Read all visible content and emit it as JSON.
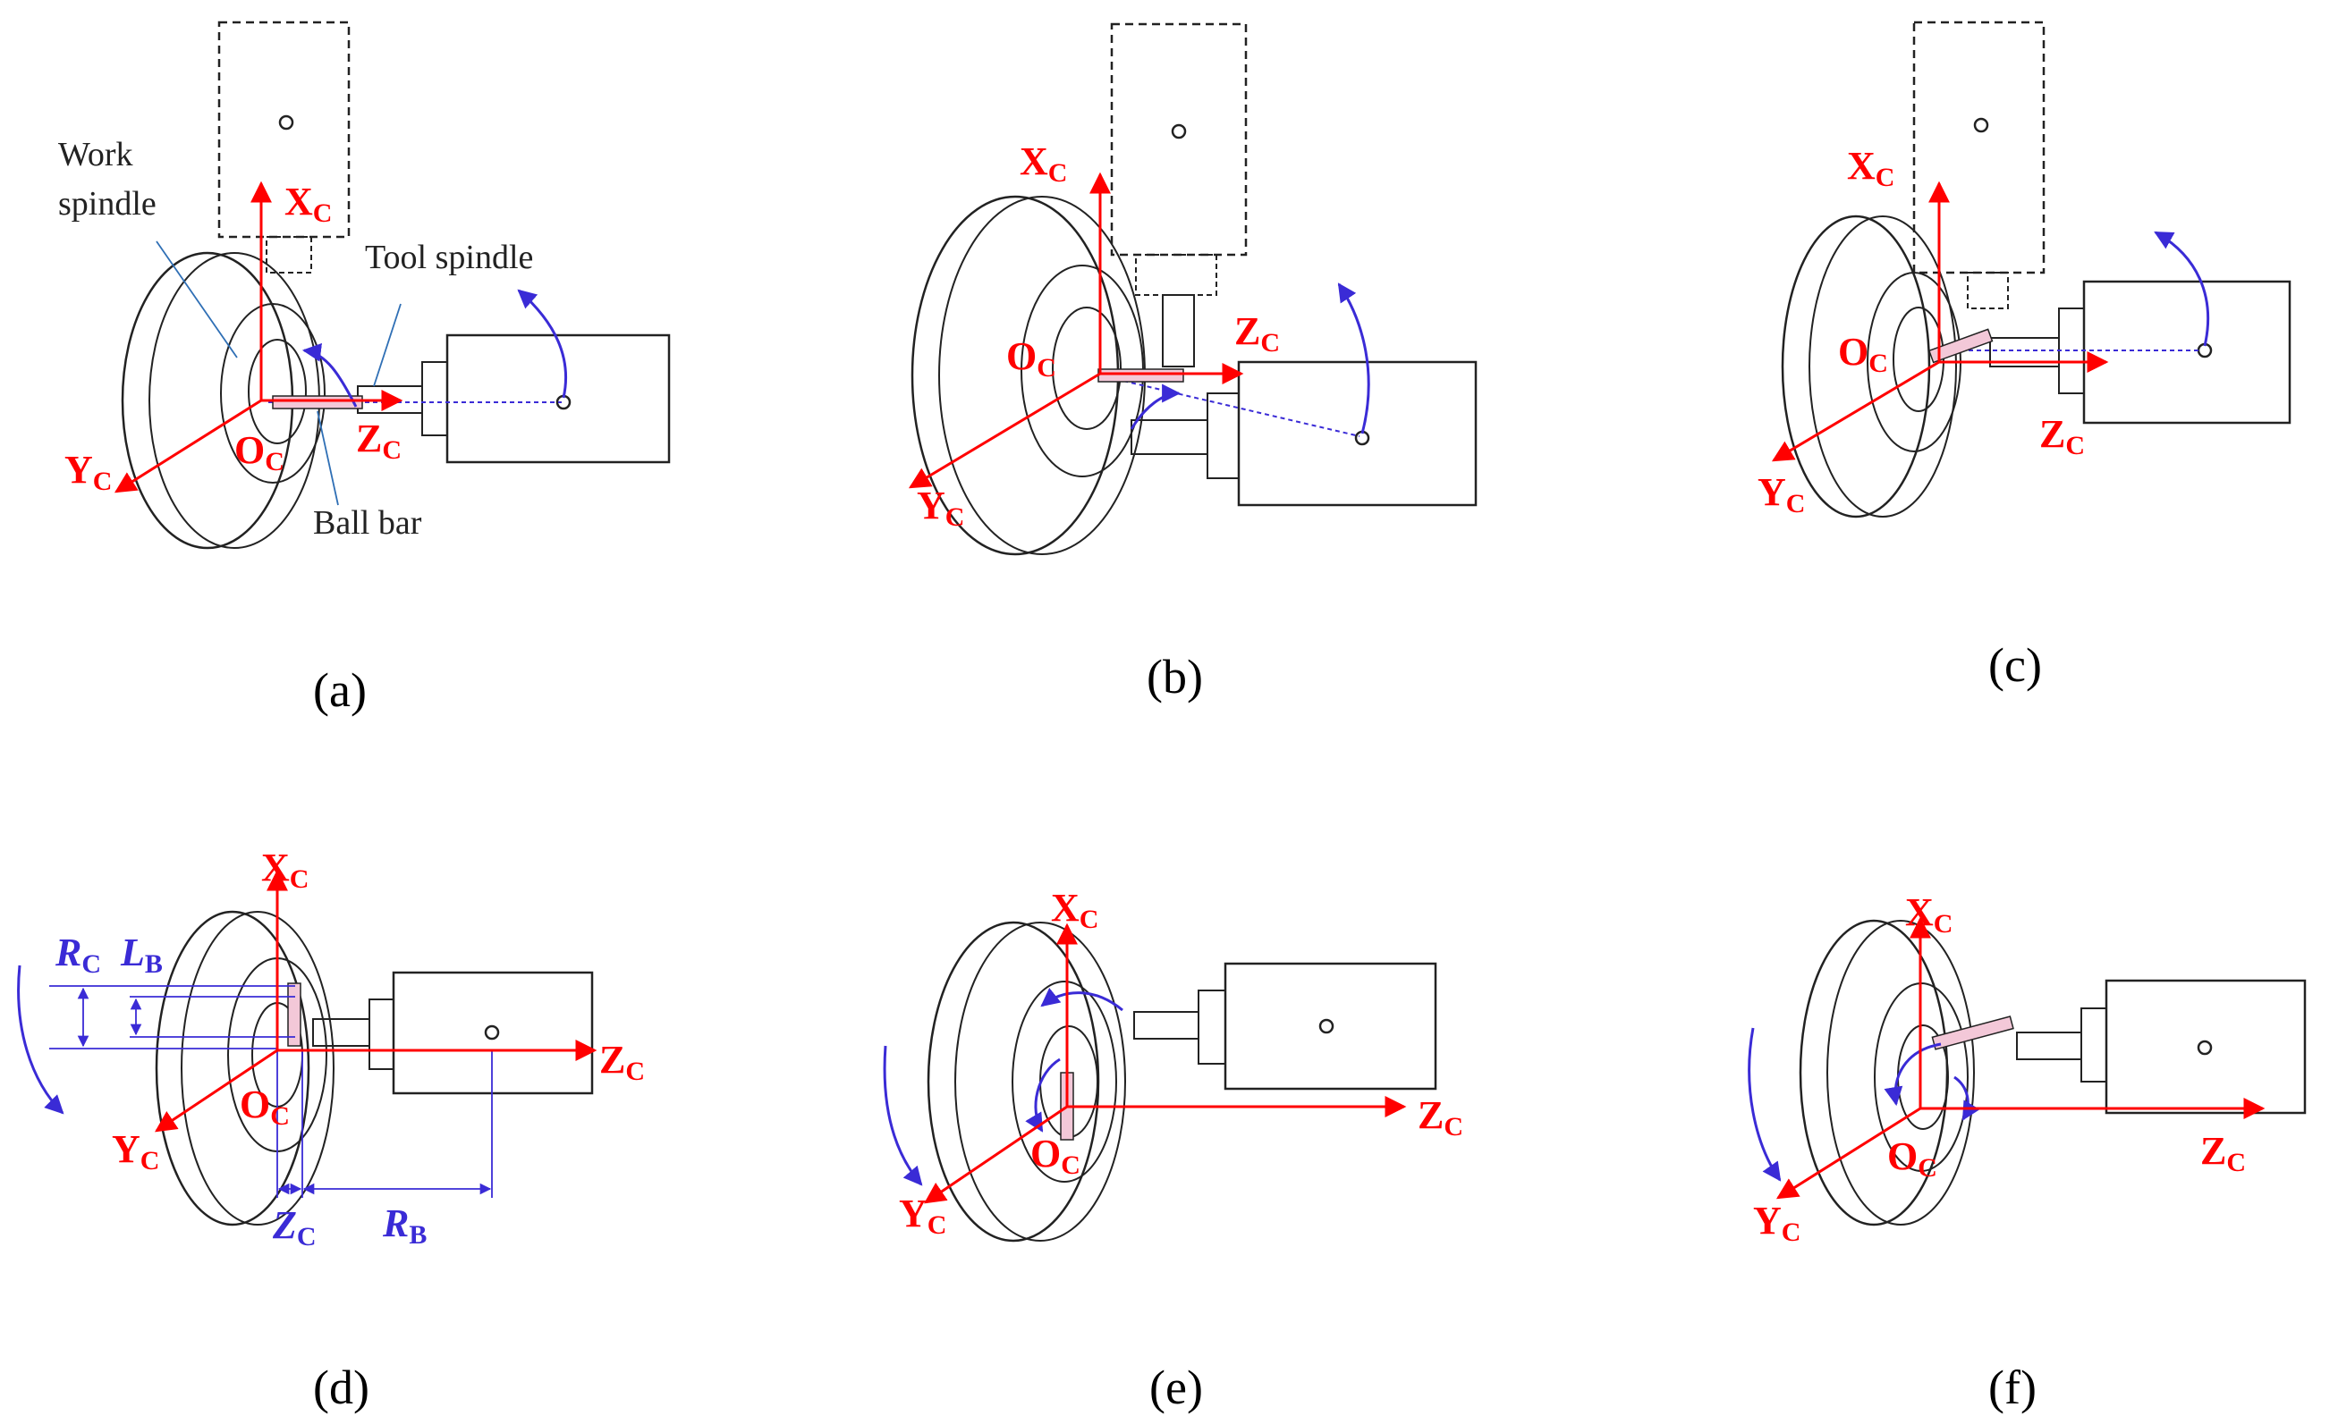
{
  "figure": {
    "panels": [
      {
        "id": "a",
        "caption": "(a)"
      },
      {
        "id": "b",
        "caption": "(b)"
      },
      {
        "id": "c",
        "caption": "(c)"
      },
      {
        "id": "d",
        "caption": "(d)"
      },
      {
        "id": "e",
        "caption": "(e)"
      },
      {
        "id": "f",
        "caption": "(f)"
      }
    ],
    "axis_labels": {
      "x": {
        "main": "X",
        "sub": "C"
      },
      "y": {
        "main": "Y",
        "sub": "C"
      },
      "z": {
        "main": "Z",
        "sub": "C"
      },
      "o": {
        "main": "O",
        "sub": "C"
      }
    },
    "annotations": {
      "work_spindle_line1": "Work",
      "work_spindle_line2": "spindle",
      "tool_spindle": "Tool spindle",
      "ball_bar": "Ball bar"
    },
    "dimensions": {
      "rc": {
        "main": "R",
        "sub": "C"
      },
      "lb": {
        "main": "L",
        "sub": "B"
      },
      "zc": {
        "main": "Z",
        "sub": "C"
      },
      "rb": {
        "main": "R",
        "sub": "B"
      }
    },
    "colors": {
      "axis": "#ff0000",
      "dimension": "#3a2bd6",
      "outline": "#222222"
    }
  }
}
